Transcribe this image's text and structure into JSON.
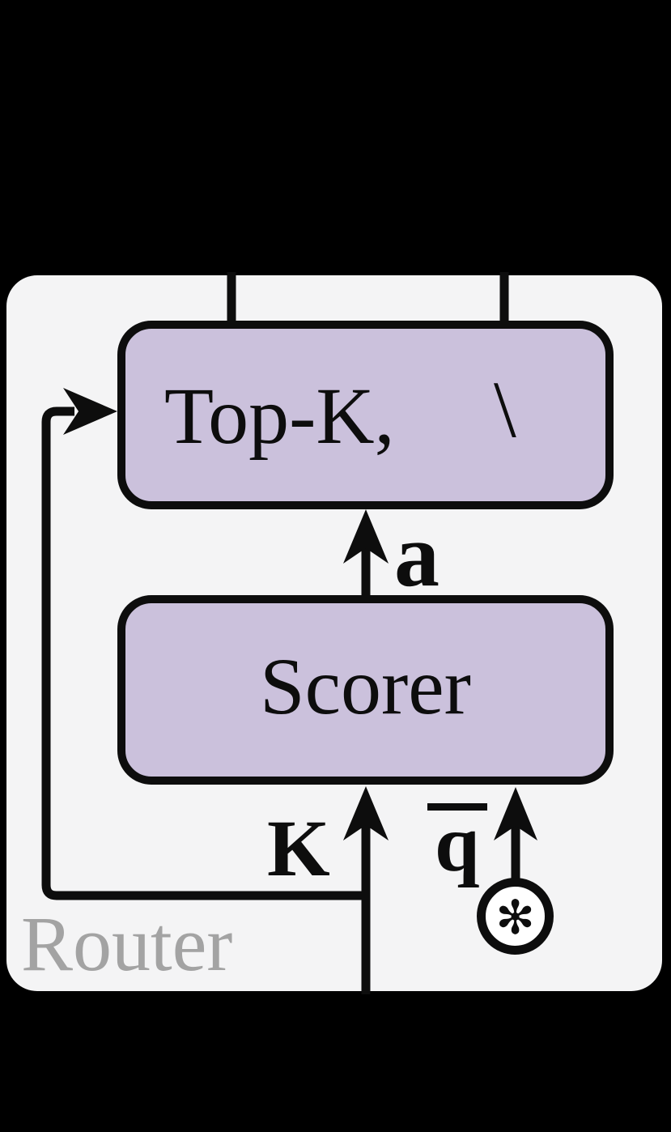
{
  "figure": {
    "module_label": "Router",
    "boxes": {
      "topk": {
        "label": "Top-K,",
        "suffix": "\\"
      },
      "scorer": {
        "label": "Scorer"
      }
    },
    "signals": {
      "attention_scores": "a",
      "keys": "K",
      "mean_query": "q"
    },
    "operator_icon": "✻",
    "colors": {
      "background": "#000000",
      "panel": "#f4f4f5",
      "box_fill": "#cbc1dc",
      "line": "#0d0d0d",
      "module_label_text": "#a3a3a3",
      "operator_fill": "#ffffff"
    }
  }
}
